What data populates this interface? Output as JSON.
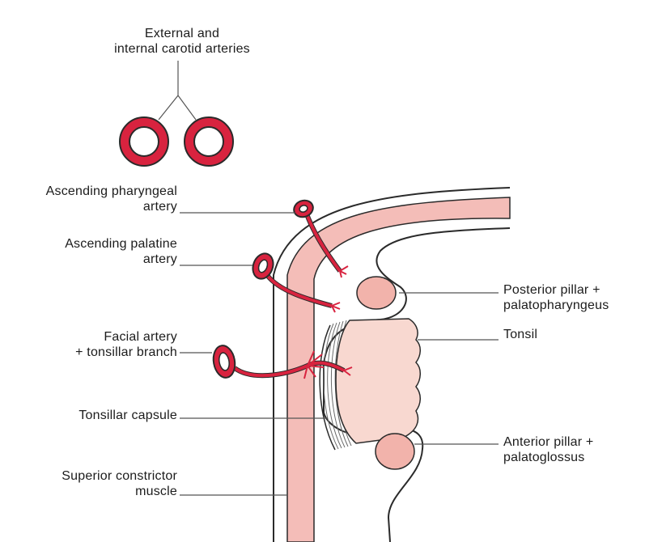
{
  "labels": {
    "carotid": [
      "External and",
      "internal carotid arteries"
    ],
    "ascending_pharyngeal": [
      "Ascending pharyngeal",
      "artery"
    ],
    "ascending_palatine": [
      "Ascending palatine",
      "artery"
    ],
    "facial": [
      "Facial artery",
      "+ tonsillar branch"
    ],
    "tonsillar_capsule": "Tonsillar capsule",
    "superior_constrictor": [
      "Superior constrictor",
      "muscle"
    ],
    "posterior_pillar": [
      "Posterior pillar +",
      "palatopharyngeus"
    ],
    "tonsil": "Tonsil",
    "anterior_pillar": [
      "Anterior pillar +",
      "palatoglossus"
    ]
  },
  "colors": {
    "artery_red": "#d8233f",
    "muscle_pink": "#f4bdb8",
    "tonsil_fill": "#f8d8d0",
    "pillar_fill": "#f2b3ab",
    "outline": "#2a2a2a",
    "leader_line": "#555555"
  }
}
